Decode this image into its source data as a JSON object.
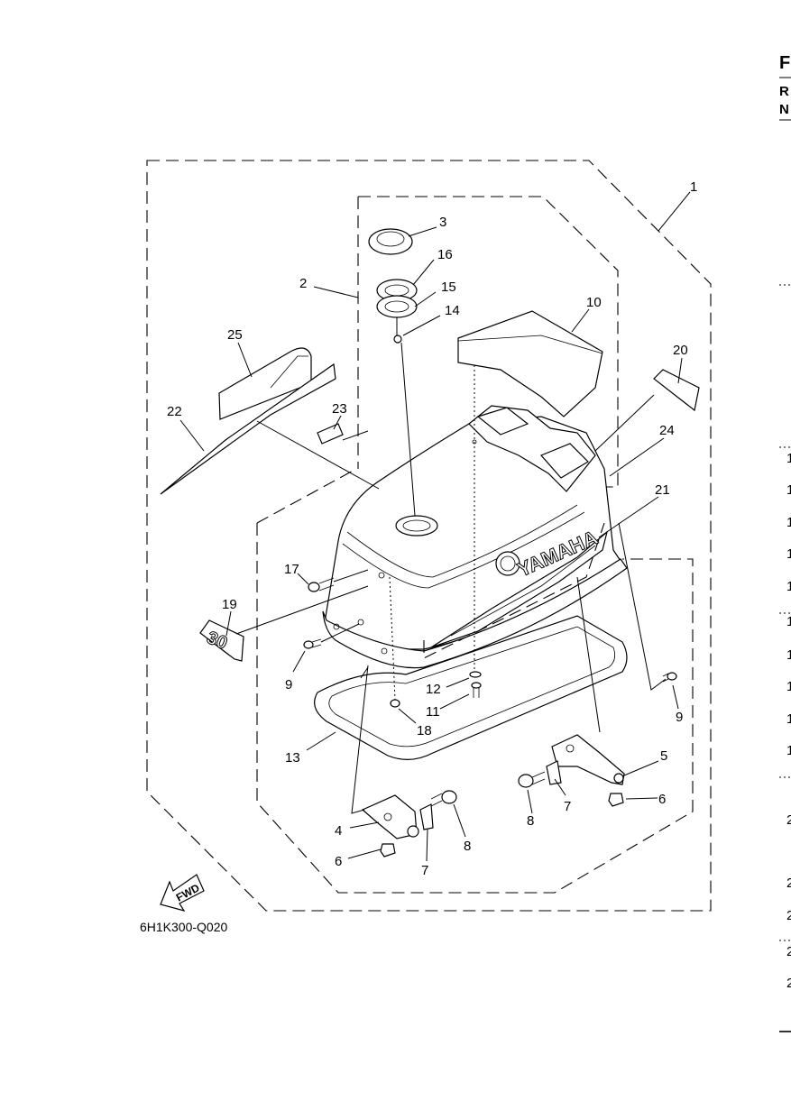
{
  "figure_code": "6H1K300-Q020",
  "brand_text": "YAMAHA",
  "fwd_text": "FWD",
  "badge_text": "30",
  "edge_header": [
    "F",
    "R",
    "N"
  ],
  "edge_rows": [
    "1",
    "1",
    "1",
    "1",
    "1",
    "1",
    "1",
    "1",
    "1",
    "1",
    "2",
    "2",
    "2",
    "2",
    "2"
  ],
  "callouts": [
    {
      "id": "c1",
      "text": "1"
    },
    {
      "id": "c2",
      "text": "2"
    },
    {
      "id": "c3",
      "text": "3"
    },
    {
      "id": "c16",
      "text": "16"
    },
    {
      "id": "c15",
      "text": "15"
    },
    {
      "id": "c14",
      "text": "14"
    },
    {
      "id": "c10",
      "text": "10"
    },
    {
      "id": "c20",
      "text": "20"
    },
    {
      "id": "c25",
      "text": "25"
    },
    {
      "id": "c22",
      "text": "22"
    },
    {
      "id": "c23",
      "text": "23"
    },
    {
      "id": "c24",
      "text": "24"
    },
    {
      "id": "c21",
      "text": "21"
    },
    {
      "id": "c17",
      "text": "17"
    },
    {
      "id": "c19",
      "text": "19"
    },
    {
      "id": "c9a",
      "text": "9"
    },
    {
      "id": "c12",
      "text": "12"
    },
    {
      "id": "c11",
      "text": "11"
    },
    {
      "id": "c18",
      "text": "18"
    },
    {
      "id": "c13",
      "text": "13"
    },
    {
      "id": "c9b",
      "text": "9"
    },
    {
      "id": "c5",
      "text": "5"
    },
    {
      "id": "c7a",
      "text": "7"
    },
    {
      "id": "c6a",
      "text": "6"
    },
    {
      "id": "c8a",
      "text": "8"
    },
    {
      "id": "c4",
      "text": "4"
    },
    {
      "id": "c8b",
      "text": "8"
    },
    {
      "id": "c6b",
      "text": "6"
    },
    {
      "id": "c7b",
      "text": "7"
    }
  ]
}
